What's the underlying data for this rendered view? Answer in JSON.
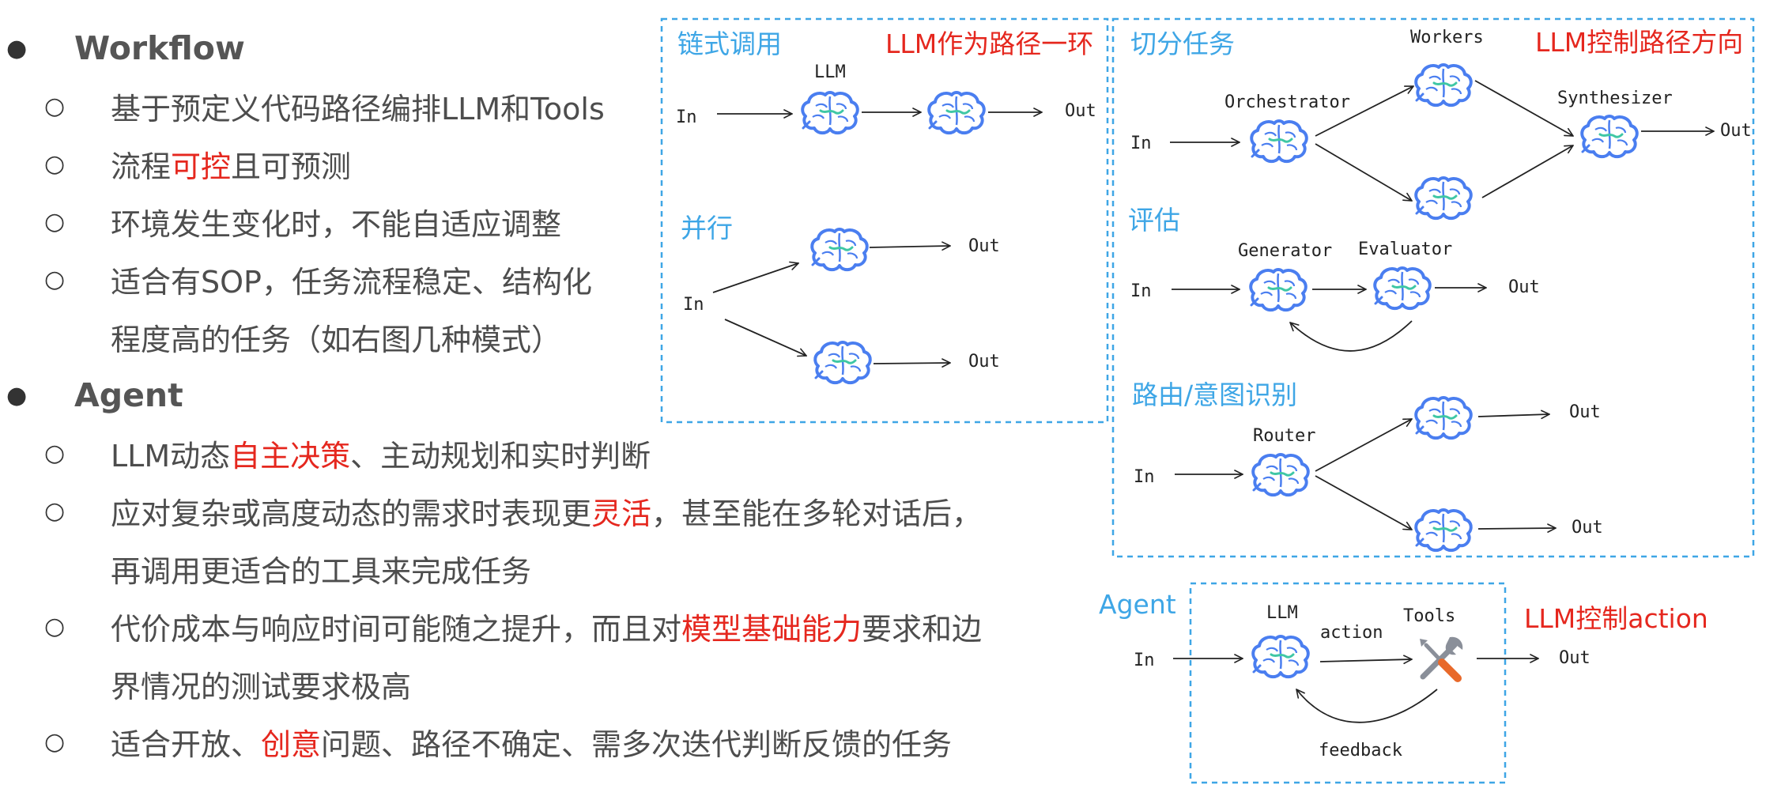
{
  "bullets": {
    "workflow": {
      "title": "Workflow",
      "items": [
        [
          {
            "t": "基于预定义代码路径编排LLM和Tools"
          }
        ],
        [
          {
            "t": "流程"
          },
          {
            "t": "可控",
            "hl": true
          },
          {
            "t": "且可预测"
          }
        ],
        [
          {
            "t": "环境发生变化时，不能自适应调整"
          }
        ],
        [
          {
            "t": "适合有SOP，任务流程稳定、结构化"
          }
        ],
        [
          {
            "t": "程度高的任务（如右图几种模式）"
          }
        ]
      ]
    },
    "agent": {
      "title": "Agent",
      "items": [
        [
          {
            "t": "LLM动态"
          },
          {
            "t": "自主决策",
            "hl": true
          },
          {
            "t": "、主动规划和实时判断"
          }
        ],
        [
          {
            "t": "应对复杂或高度动态的需求时表现更"
          },
          {
            "t": "灵活",
            "hl": true
          },
          {
            "t": "，甚至能在多轮对话后，"
          }
        ],
        [
          {
            "t": "再调用更适合的工具来完成任务"
          }
        ],
        [
          {
            "t": "代价成本与响应时间可能随之提升，而且对"
          },
          {
            "t": "模型基础能力",
            "hl": true
          },
          {
            "t": "要求和边"
          }
        ],
        [
          {
            "t": "界情况的测试要求极高"
          }
        ],
        [
          {
            "t": "适合开放、"
          },
          {
            "t": "创意",
            "hl": true
          },
          {
            "t": "问题、路径不确定、需多次迭代判断反馈的任务"
          }
        ]
      ]
    }
  },
  "diagram": {
    "chain": {
      "title": "链式调用",
      "note": "LLM作为路径一环",
      "llm": "LLM",
      "in": "In",
      "out": "Out"
    },
    "parallel": {
      "title": "并行",
      "in": "In",
      "out1": "Out",
      "out2": "Out"
    },
    "orchestrator": {
      "title": "切分任务",
      "note": "LLM控制路径方向",
      "workers": "Workers",
      "orchestrator": "Orchestrator",
      "synthesizer": "Synthesizer",
      "in": "In",
      "out": "Out"
    },
    "evaluate": {
      "title": "评估",
      "generator": "Generator",
      "evaluator": "Evaluator",
      "in": "In",
      "out": "Out"
    },
    "routing": {
      "title": "路由/意图识别",
      "router": "Router",
      "in": "In",
      "out1": "Out",
      "out2": "Out"
    },
    "agent": {
      "title": "Agent",
      "note": "LLM控制action",
      "llm": "LLM",
      "tools": "Tools",
      "action": "action",
      "feedback": "feedback",
      "in": "In",
      "out": "Out"
    }
  },
  "colors": {
    "accent": "#3ea6e6",
    "highlight": "#e5271e",
    "brain": "#4a7ef0",
    "brain_inner": "#3fc7a5",
    "dash": "#3ea6e6"
  }
}
